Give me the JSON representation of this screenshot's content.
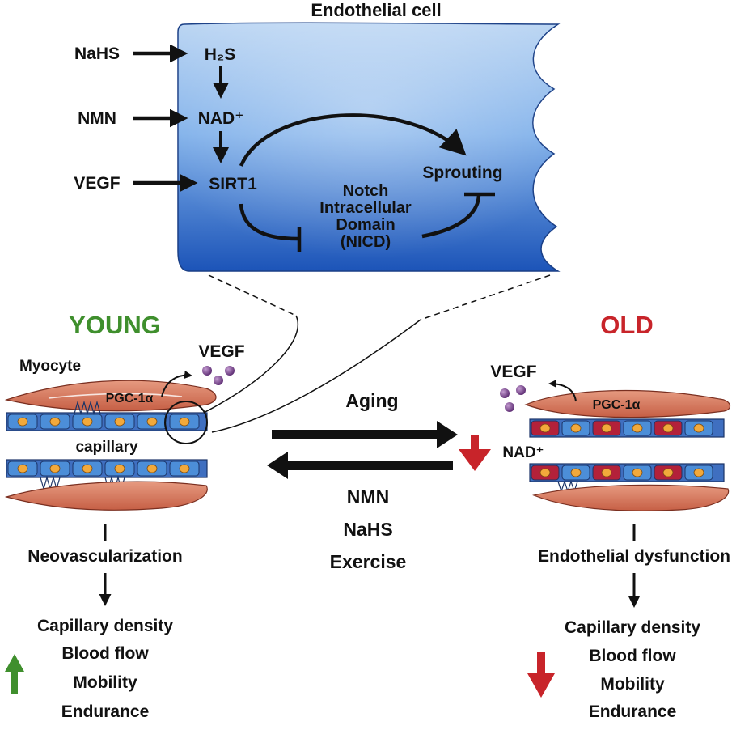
{
  "cell": {
    "title": "Endothelial cell",
    "inputs": [
      "NaHS",
      "NMN",
      "VEGF"
    ],
    "h2s": "H₂S",
    "nad": "NAD⁺",
    "sirt1": "SIRT1",
    "sprouting": "Sprouting",
    "nicd_lines": [
      "Notch",
      "Intracellular",
      "Domain",
      "(NICD)"
    ]
  },
  "young": {
    "heading": "YOUNG",
    "heading_color": "#3f8f2d",
    "vegf": "VEGF",
    "myocyte": "Myocyte",
    "pgc": "PGC-1α",
    "capillary": "capillary",
    "outcome": "Neovascularization",
    "list": [
      "Capillary density",
      "Blood flow",
      "Mobility",
      "Endurance"
    ],
    "trend_icon": "up-arrow-icon",
    "trend_color": "#3f8f2d"
  },
  "old": {
    "heading": "OLD",
    "heading_color": "#c8242a",
    "vegf": "VEGF",
    "pgc": "PGC-1α",
    "nad": "NAD⁺",
    "outcome": "Endothelial dysfunction",
    "list": [
      "Capillary density",
      "Blood flow",
      "Mobility",
      "Endurance"
    ],
    "trend_icon": "down-arrow-icon",
    "trend_color": "#c8242a"
  },
  "middle": {
    "forward": "Aging",
    "reverse": [
      "NMN",
      "NaHS",
      "Exercise"
    ]
  }
}
